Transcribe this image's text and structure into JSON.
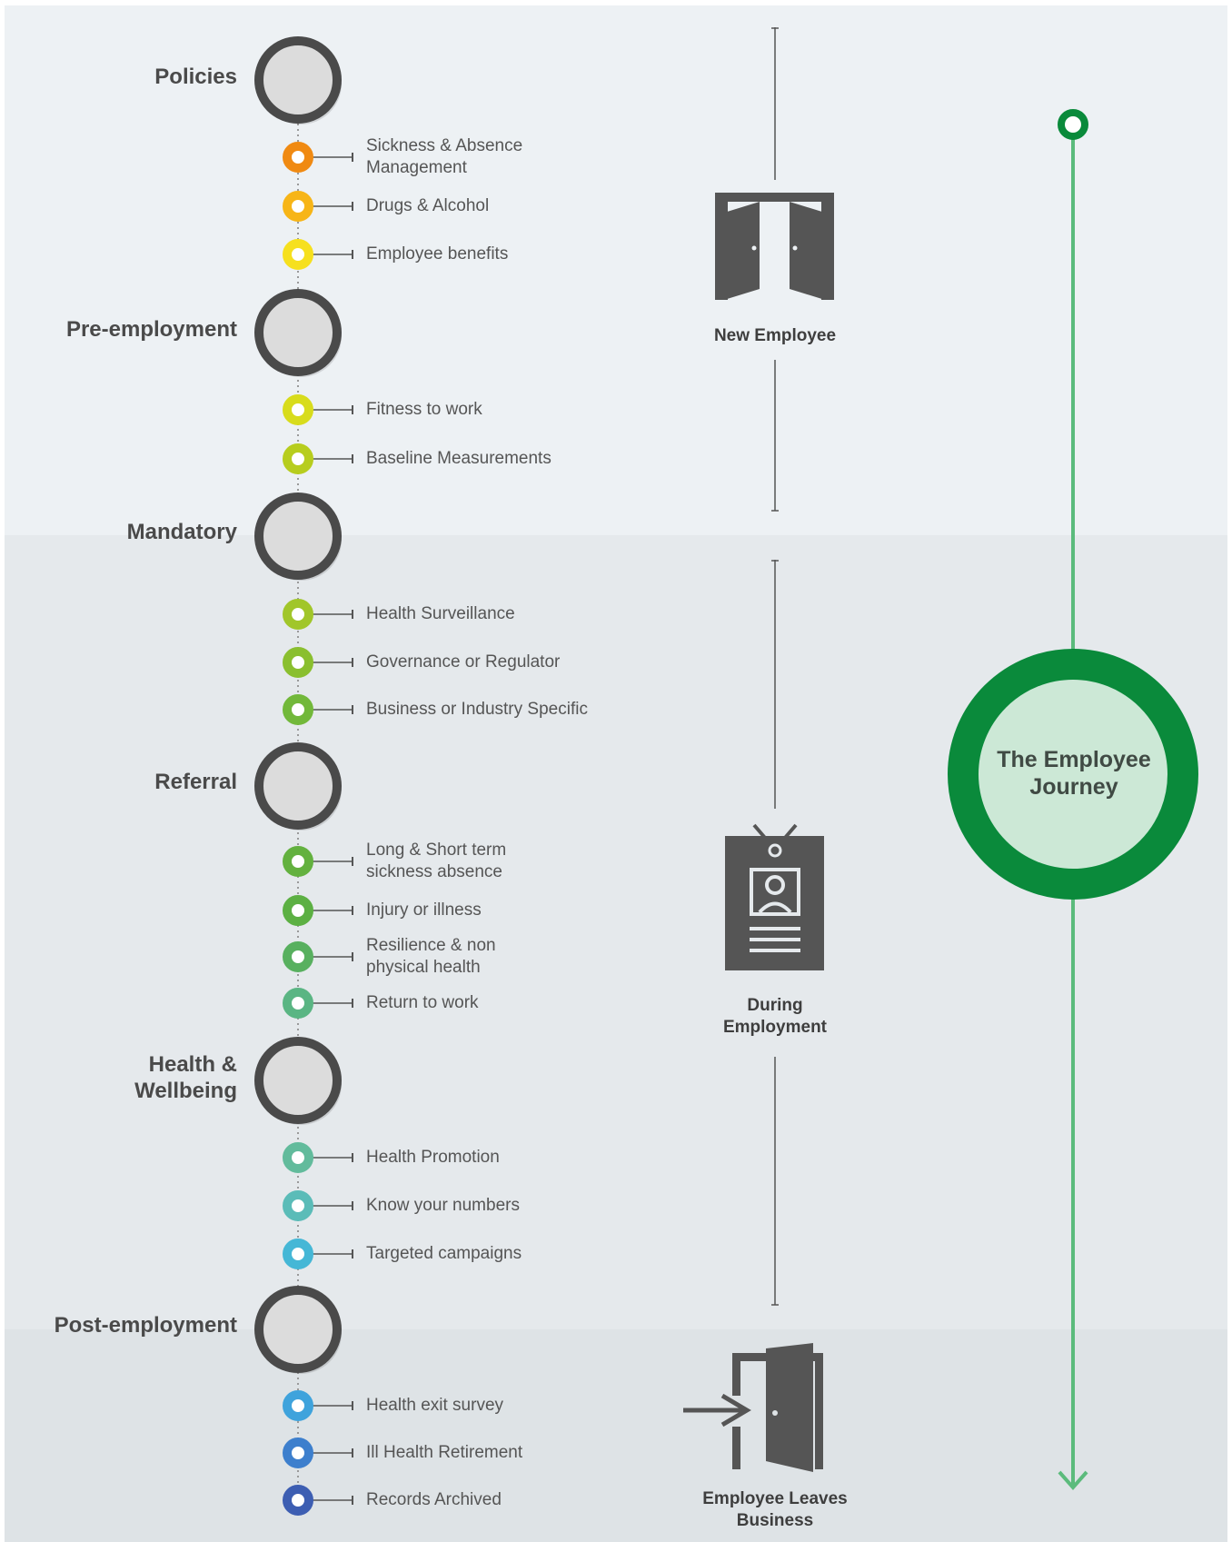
{
  "diagram": {
    "hub_title": "The Employee Journey",
    "phases": [
      {
        "label": "New Employee",
        "icon": "double-door-icon"
      },
      {
        "label": "During Employment",
        "icon": "id-badge-icon"
      },
      {
        "label": "Employee Leaves Business",
        "icon": "exit-door-icon"
      }
    ],
    "stages": [
      {
        "title": "Policies",
        "items": [
          "Sickness & Absence Management",
          "Drugs & Alcohol",
          "Employee benefits"
        ]
      },
      {
        "title": "Pre-employment",
        "items": [
          "Fitness to work",
          "Baseline Measurements"
        ]
      },
      {
        "title": "Mandatory",
        "items": [
          "Health Surveillance",
          "Governance or Regulator",
          "Business or Industry Specific"
        ]
      },
      {
        "title": "Referral",
        "items": [
          "Long & Short term sickness absence",
          "Injury or illness",
          "Resilience & non physical health",
          "Return to work"
        ]
      },
      {
        "title": "Health & Wellbeing",
        "items": [
          "Health Promotion",
          "Know your numbers",
          "Targeted campaigns"
        ]
      },
      {
        "title": "Post-employment",
        "items": [
          "Health exit survey",
          "Ill Health Retirement",
          "Records Archived"
        ]
      }
    ],
    "colors": {
      "stage_ring": "#4a4a4a",
      "stage_fill": "#dcdcdc",
      "journey_green": "#0a8a3b",
      "journey_line": "#5bbb7c",
      "hub_fill": "#cce8d6",
      "icon_gray": "#555555",
      "item_dots": [
        "#f08a12",
        "#f7b517",
        "#f6e01e",
        "#d8dc1c",
        "#b7cd1e",
        "#a1c62a",
        "#8abf2f",
        "#72b83a",
        "#63b13f",
        "#5cb043",
        "#58b05f",
        "#5ab583",
        "#62bb9c",
        "#5bbcb8",
        "#45b7d6",
        "#3fa3dc",
        "#3d7fcd",
        "#3d5eb2"
      ]
    }
  }
}
